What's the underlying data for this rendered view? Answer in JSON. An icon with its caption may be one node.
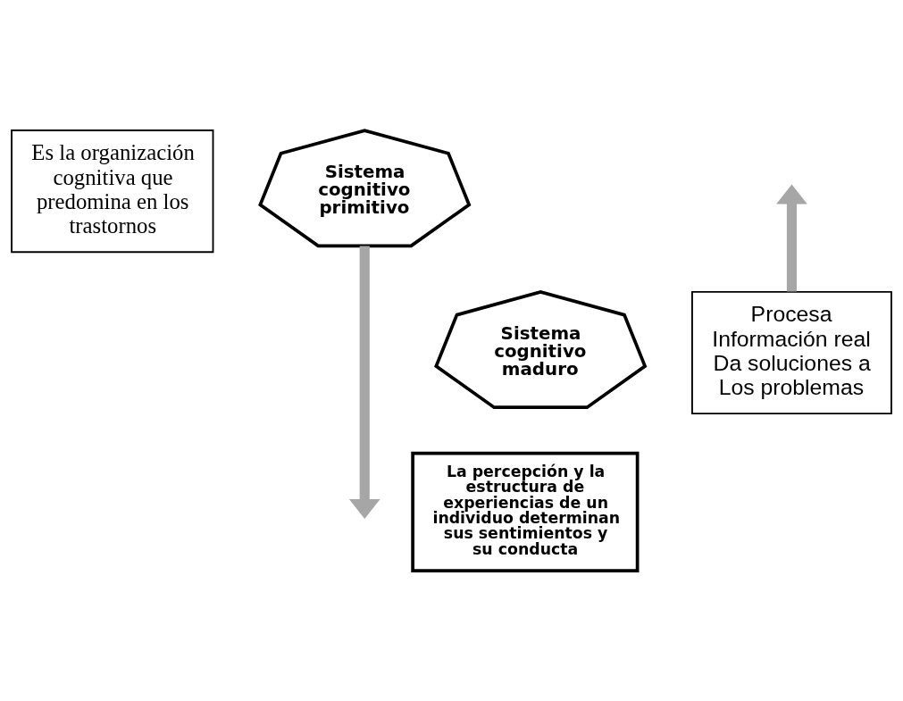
{
  "diagram": {
    "nodes": [
      {
        "text": [
          "Es la organización cognitiva que predomina en los trastornos"
        ]
      },
      {
        "text": [
          "Sistema cognitivo primitivo"
        ]
      },
      {
        "text": [
          "Sistema cognitivo maduro"
        ]
      },
      {
        "text": [
          "Procesa Información real Da soluciones a Los problemas"
        ]
      },
      {
        "text": [
          "La percepción y la estructura de experiencias de un individuo determinan sus sentimientos y su conducta"
        ]
      }
    ],
    "edges": [
      {
        "from": 3,
        "to": null,
        "arrow": "to"
      },
      {
        "from": 1,
        "to": null,
        "arrow": "to"
      }
    ]
  }
}
